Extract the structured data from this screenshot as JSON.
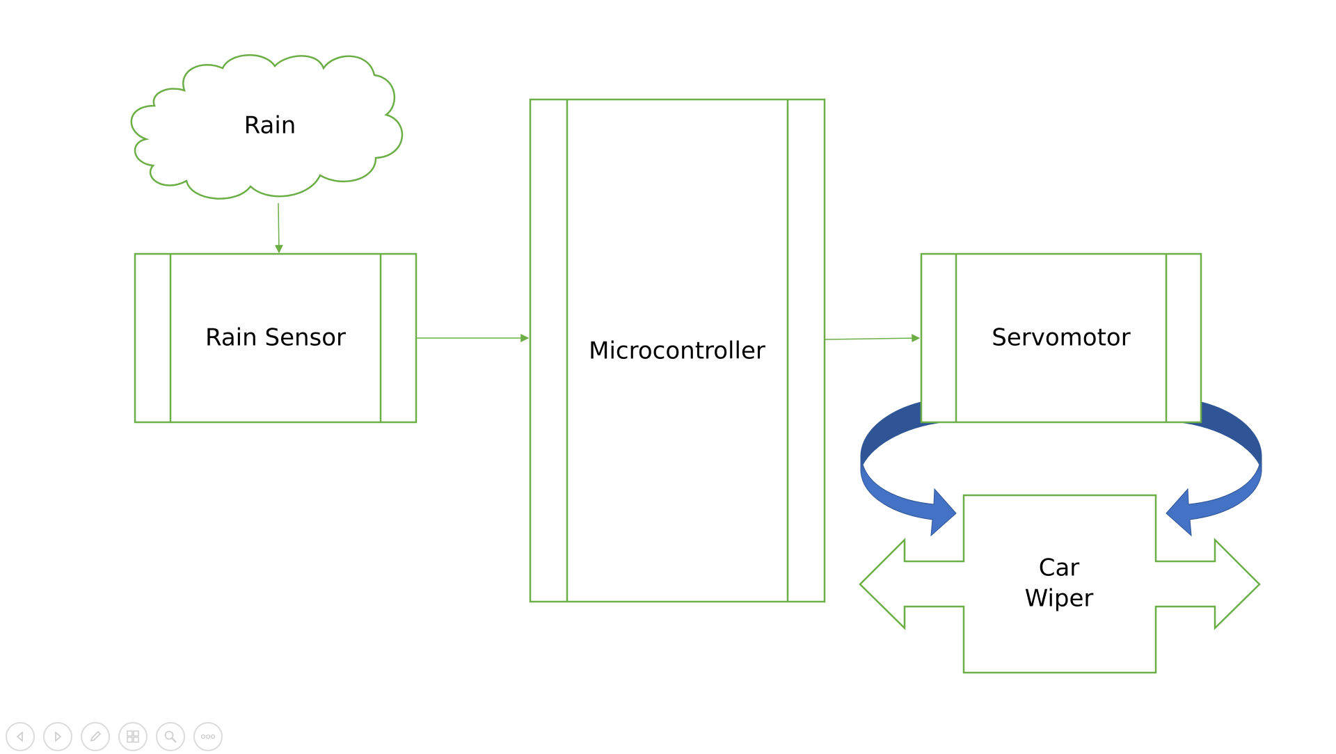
{
  "diagram": {
    "nodes": {
      "rain": "Rain",
      "rain_sensor": "Rain Sensor",
      "microcontroller": "Microcontroller",
      "servomotor": "Servomotor",
      "car_wiper_line1": "Car",
      "car_wiper_line2": "Wiper"
    },
    "colors": {
      "outline": "#6aae45",
      "curved_arrow_fill": "#4472c4",
      "curved_arrow_dark": "#2f5597"
    }
  },
  "toolbar": {
    "icons": [
      "previous-icon",
      "next-icon",
      "pen-icon",
      "slides-icon",
      "zoom-icon",
      "more-icon"
    ]
  }
}
